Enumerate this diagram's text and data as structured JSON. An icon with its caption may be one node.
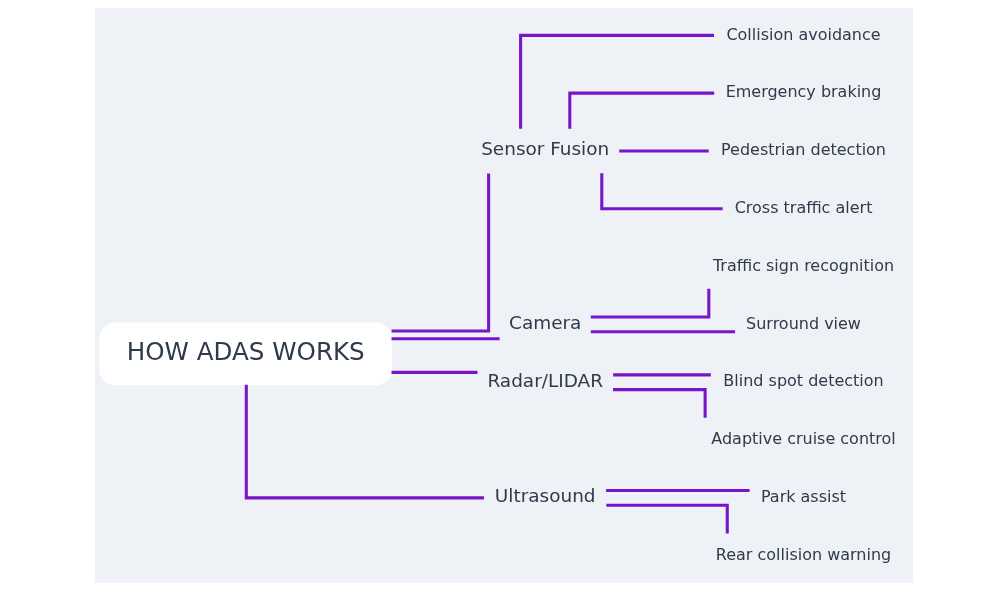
{
  "diagram": {
    "nodes": [
      {
        "text": [
          "HOW ADAS WORKS"
        ]
      },
      {
        "text": [
          "Sensor Fusion"
        ]
      },
      {
        "text": [
          "Collision avoidance"
        ]
      },
      {
        "text": [
          "Emergency braking"
        ]
      },
      {
        "text": [
          "Pedestrian detection"
        ]
      },
      {
        "text": [
          "Cross traffic alert"
        ]
      },
      {
        "text": [
          "Camera"
        ]
      },
      {
        "text": [
          "Traffic sign recognition"
        ]
      },
      {
        "text": [
          "Surround view"
        ]
      },
      {
        "text": [
          "Radar/LIDAR"
        ]
      },
      {
        "text": [
          "Blind spot detection"
        ]
      },
      {
        "text": [
          "Adaptive cruise control"
        ]
      },
      {
        "text": [
          "Ultrasound"
        ]
      },
      {
        "text": [
          "Park assist"
        ]
      },
      {
        "text": [
          "Rear collision warning"
        ]
      }
    ],
    "edges": [
      {
        "from": 0,
        "to": 1,
        "arrow": "none"
      },
      {
        "from": 1,
        "to": 2,
        "arrow": "none"
      },
      {
        "from": 1,
        "to": 3,
        "arrow": "none"
      },
      {
        "from": 1,
        "to": 4,
        "arrow": "none"
      },
      {
        "from": 1,
        "to": 5,
        "arrow": "none"
      },
      {
        "from": 0,
        "to": 6,
        "arrow": "none"
      },
      {
        "from": 6,
        "to": 7,
        "arrow": "none"
      },
      {
        "from": 6,
        "to": 8,
        "arrow": "none"
      },
      {
        "from": 0,
        "to": 9,
        "arrow": "none"
      },
      {
        "from": 9,
        "to": 10,
        "arrow": "none"
      },
      {
        "from": 9,
        "to": 11,
        "arrow": "none"
      },
      {
        "from": 0,
        "to": 12,
        "arrow": "none"
      },
      {
        "from": 12,
        "to": 13,
        "arrow": "none"
      },
      {
        "from": 12,
        "to": 14,
        "arrow": "none"
      }
    ]
  }
}
